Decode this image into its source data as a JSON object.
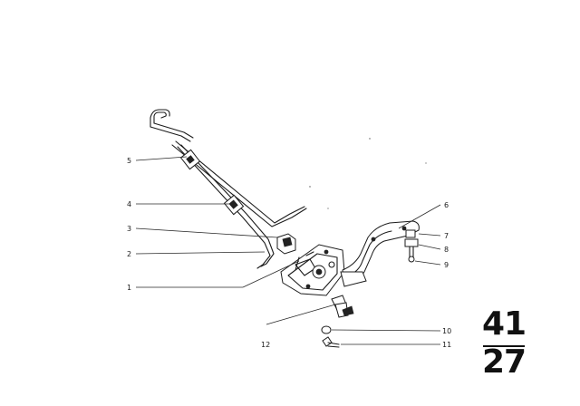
{
  "callouts": {
    "c1": "1",
    "c2": "2",
    "c3": "3",
    "c4": "4",
    "c5": "5",
    "c6": "6",
    "c7": "7",
    "c8": "8",
    "c9": "9",
    "c10": "10",
    "c11": "11",
    "c12": "12"
  },
  "group": {
    "main": "41",
    "sub": "27"
  }
}
